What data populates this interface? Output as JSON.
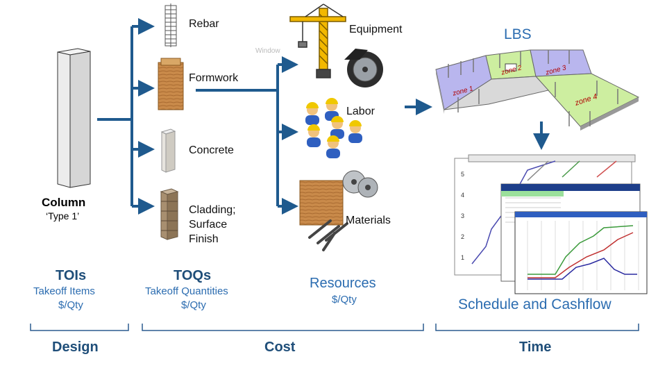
{
  "column": {
    "name": "Column",
    "type": "‘Type 1’"
  },
  "toqs": [
    "Rebar",
    "Formwork",
    "Concrete",
    "Cladding;",
    "Surface",
    "Finish"
  ],
  "resources": {
    "equipment": "Equipment",
    "labor": "Labor",
    "materials": "Materials",
    "watermark": "Window"
  },
  "lbs": {
    "title": "LBS",
    "zones": [
      "zone 1",
      "zone 2",
      "zone 3",
      "zone 4"
    ]
  },
  "schedule": {
    "title": "Schedule and Cashflow",
    "axis_ticks": [
      "5",
      "4",
      "3",
      "2",
      "1"
    ]
  },
  "sections": {
    "tois": {
      "title": "TOIs",
      "line1": "Takeoff Items",
      "line2": "$/Qty"
    },
    "toqs": {
      "title": "TOQs",
      "line1": "Takeoff Quantities",
      "line2": "$/Qty"
    },
    "resources": {
      "title": "Resources",
      "line1": "$/Qty"
    }
  },
  "phases": {
    "design": "Design",
    "cost": "Cost",
    "time": "Time"
  },
  "colors": {
    "arrow": "#1f5a8e",
    "blue_zone": "#b9b6ee",
    "green_zone": "#cdeea0",
    "text_blue": "#1f5a8e"
  }
}
